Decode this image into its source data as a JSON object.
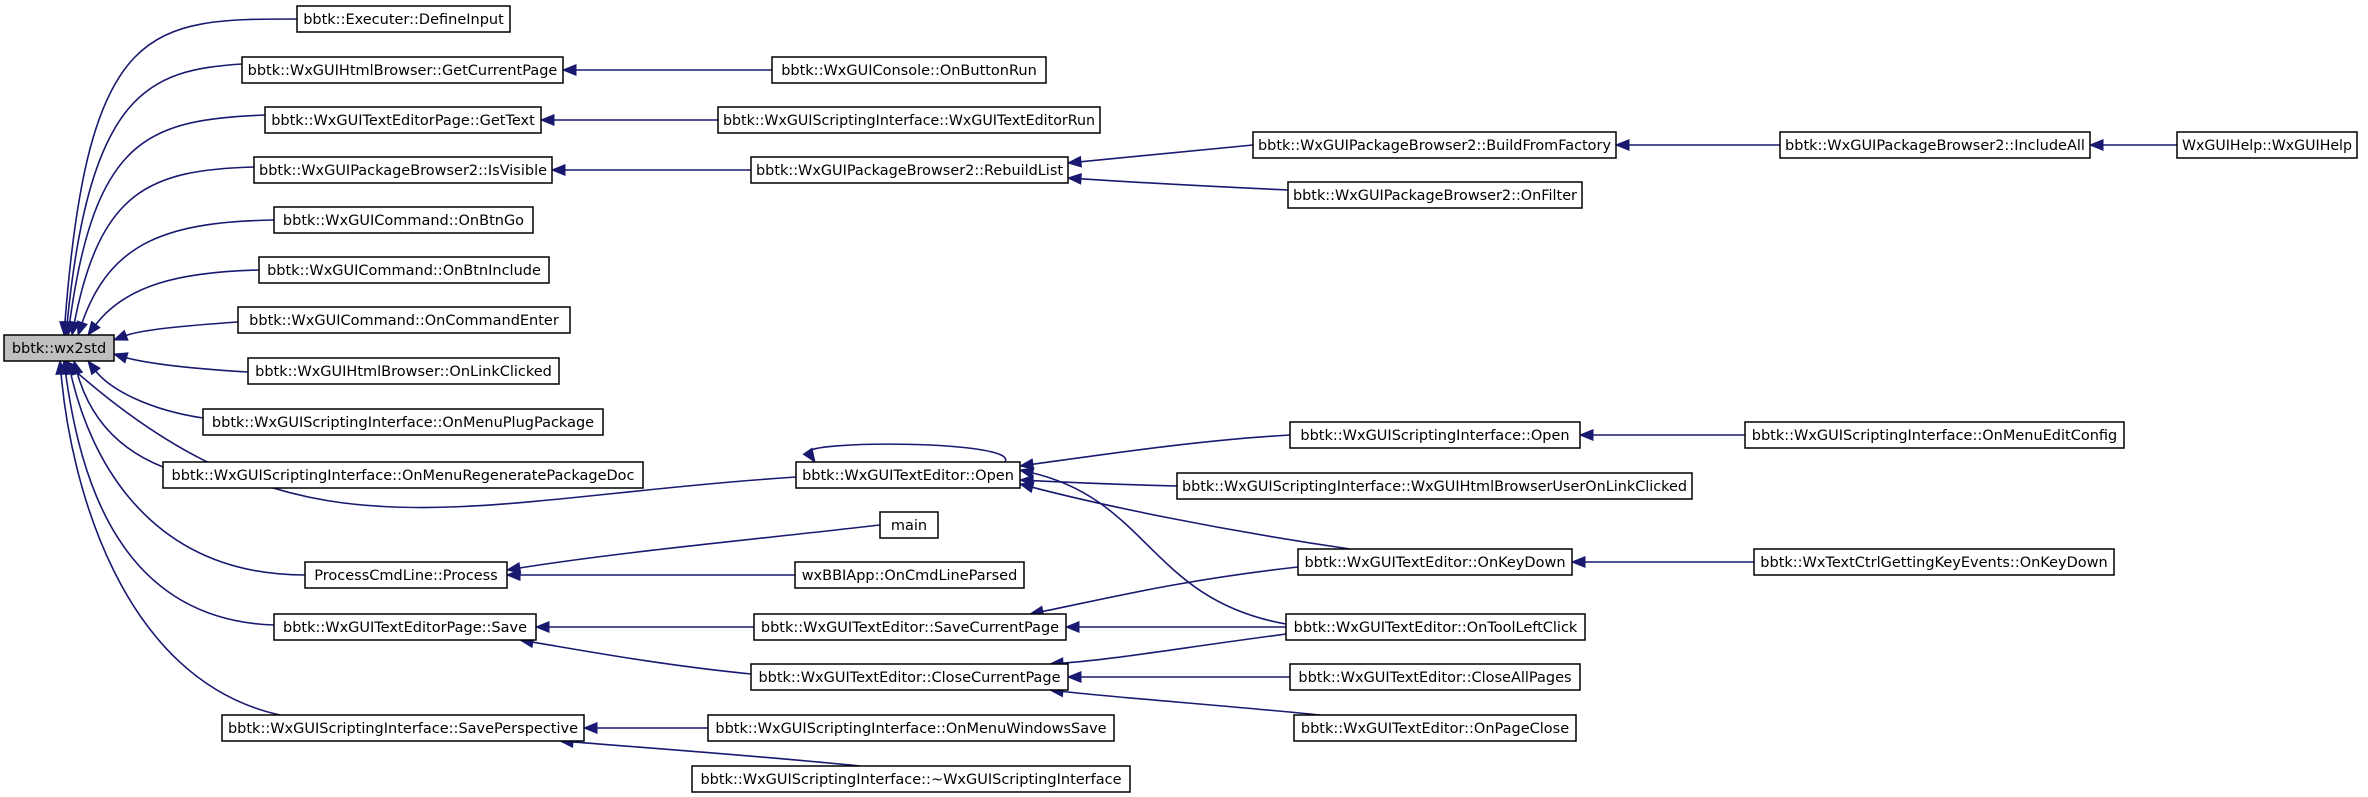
{
  "diagram": {
    "root": "bbtk::wx2std",
    "node_labels": {
      "root": "bbtk::wx2std",
      "executer_defineinput": "bbtk::Executer::DefineInput",
      "html_getcurrentpage": "bbtk::WxGUIHtmlBrowser::GetCurrentPage",
      "console_onbuttonrun": "bbtk::WxGUIConsole::OnButtonRun",
      "editorpage_gettext": "bbtk::WxGUITextEditorPage::GetText",
      "scripting_texteditorrun": "bbtk::WxGUIScriptingInterface::WxGUITextEditorRun",
      "pkgbrowser_isvisible": "bbtk::WxGUIPackageBrowser2::IsVisible",
      "pkgbrowser_rebuildlist": "bbtk::WxGUIPackageBrowser2::RebuildList",
      "pkgbrowser_buildfromfactory": "bbtk::WxGUIPackageBrowser2::BuildFromFactory",
      "pkgbrowser_includeall": "bbtk::WxGUIPackageBrowser2::IncludeAll",
      "help_wxguihelp": "WxGUIHelp::WxGUIHelp",
      "pkgbrowser_onfilter": "bbtk::WxGUIPackageBrowser2::OnFilter",
      "command_onbtngo": "bbtk::WxGUICommand::OnBtnGo",
      "command_onbtninclude": "bbtk::WxGUICommand::OnBtnInclude",
      "command_oncommandenter": "bbtk::WxGUICommand::OnCommandEnter",
      "html_onlinkclicked": "bbtk::WxGUIHtmlBrowser::OnLinkClicked",
      "scripting_onmenuplugpackage": "bbtk::WxGUIScriptingInterface::OnMenuPlugPackage",
      "scripting_onmenuregenerate": "bbtk::WxGUIScriptingInterface::OnMenuRegeneratePackageDoc",
      "editor_open": "bbtk::WxGUITextEditor::Open",
      "scripting_open": "bbtk::WxGUIScriptingInterface::Open",
      "scripting_onmenueditconfig": "bbtk::WxGUIScriptingInterface::OnMenuEditConfig",
      "scripting_htmluserlink": "bbtk::WxGUIScriptingInterface::WxGUIHtmlBrowserUserOnLinkClicked",
      "main": "main",
      "processcmdline": "ProcessCmdLine::Process",
      "bbiapp_oncmdlineparsed": "wxBBIApp::OnCmdLineParsed",
      "editor_onkeydown": "bbtk::WxGUITextEditor::OnKeyDown",
      "textctrl_onkeydown": "bbtk::WxTextCtrlGettingKeyEvents::OnKeyDown",
      "editorpage_save": "bbtk::WxGUITextEditorPage::Save",
      "editor_savecurrentpage": "bbtk::WxGUITextEditor::SaveCurrentPage",
      "editor_ontoolleftclick": "bbtk::WxGUITextEditor::OnToolLeftClick",
      "editor_closecurrentpage": "bbtk::WxGUITextEditor::CloseCurrentPage",
      "editor_closeallpages": "bbtk::WxGUITextEditor::CloseAllPages",
      "scripting_saveperspective": "bbtk::WxGUIScriptingInterface::SavePerspective",
      "scripting_onmenuwindowssave": "bbtk::WxGUIScriptingInterface::OnMenuWindowsSave",
      "editor_onpageclose": "bbtk::WxGUITextEditor::OnPageClose",
      "scripting_destructor": "bbtk::WxGUIScriptingInterface::~WxGUIScriptingInterface"
    },
    "edges": [
      [
        "executer_defineinput",
        "root"
      ],
      [
        "html_getcurrentpage",
        "root"
      ],
      [
        "editorpage_gettext",
        "root"
      ],
      [
        "pkgbrowser_isvisible",
        "root"
      ],
      [
        "command_onbtngo",
        "root"
      ],
      [
        "command_onbtninclude",
        "root"
      ],
      [
        "command_oncommandenter",
        "root"
      ],
      [
        "html_onlinkclicked",
        "root"
      ],
      [
        "scripting_onmenuplugpackage",
        "root"
      ],
      [
        "scripting_onmenuregenerate",
        "root"
      ],
      [
        "editor_open",
        "root"
      ],
      [
        "processcmdline",
        "root"
      ],
      [
        "editorpage_save",
        "root"
      ],
      [
        "scripting_saveperspective",
        "root"
      ],
      [
        "console_onbuttonrun",
        "html_getcurrentpage"
      ],
      [
        "scripting_texteditorrun",
        "editorpage_gettext"
      ],
      [
        "pkgbrowser_rebuildlist",
        "pkgbrowser_isvisible"
      ],
      [
        "pkgbrowser_buildfromfactory",
        "pkgbrowser_rebuildlist"
      ],
      [
        "pkgbrowser_onfilter",
        "pkgbrowser_rebuildlist"
      ],
      [
        "pkgbrowser_includeall",
        "pkgbrowser_buildfromfactory"
      ],
      [
        "help_wxguihelp",
        "pkgbrowser_includeall"
      ],
      [
        "editor_open",
        "editor_open"
      ],
      [
        "scripting_open",
        "editor_open"
      ],
      [
        "scripting_htmluserlink",
        "editor_open"
      ],
      [
        "editor_onkeydown",
        "editor_open"
      ],
      [
        "editor_ontoolleftclick",
        "editor_open"
      ],
      [
        "scripting_onmenueditconfig",
        "scripting_open"
      ],
      [
        "main",
        "processcmdline"
      ],
      [
        "bbiapp_oncmdlineparsed",
        "processcmdline"
      ],
      [
        "textctrl_onkeydown",
        "editor_onkeydown"
      ],
      [
        "editor_savecurrentpage",
        "editorpage_save"
      ],
      [
        "editor_closecurrentpage",
        "editorpage_save"
      ],
      [
        "editor_onkeydown",
        "editor_savecurrentpage"
      ],
      [
        "editor_ontoolleftclick",
        "editor_savecurrentpage"
      ],
      [
        "editor_ontoolleftclick",
        "editor_closecurrentpage"
      ],
      [
        "editor_closeallpages",
        "editor_closecurrentpage"
      ],
      [
        "editor_onpageclose",
        "editor_closecurrentpage"
      ],
      [
        "scripting_onmenuwindowssave",
        "scripting_saveperspective"
      ],
      [
        "scripting_destructor",
        "scripting_saveperspective"
      ]
    ]
  }
}
